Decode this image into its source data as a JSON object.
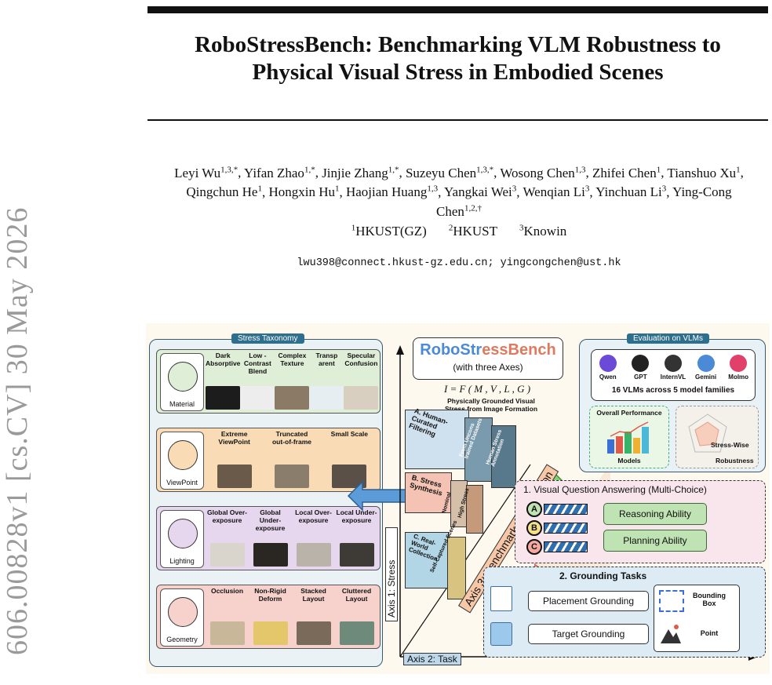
{
  "side_id": "606.00828v1  [cs.CV]  30 May 2026",
  "title_line1": "RoboStressBench: Benchmarking VLM Robustness to",
  "title_line2": "Physical Visual Stress in Embodied Scenes",
  "authors": [
    {
      "name": "Leyi Wu",
      "aff": "1,3,*"
    },
    {
      "name": "Yifan Zhao",
      "aff": "1,*"
    },
    {
      "name": "Jinjie Zhang",
      "aff": "1,*"
    },
    {
      "name": "Suzeyu Chen",
      "aff": "1,3,*"
    },
    {
      "name": "Wosong Chen",
      "aff": "1,3"
    },
    {
      "name": "Zhifei Chen",
      "aff": "1"
    },
    {
      "name": "Tianshuo Xu",
      "aff": "1"
    },
    {
      "name": "Qingchun He",
      "aff": "1"
    },
    {
      "name": "Hongxin Hu",
      "aff": "1"
    },
    {
      "name": "Haojian Huang",
      "aff": "1,3"
    },
    {
      "name": "Yangkai Wei",
      "aff": "3"
    },
    {
      "name": "Wenqian Li",
      "aff": "3"
    },
    {
      "name": "Yinchuan Li",
      "aff": "3"
    },
    {
      "name": "Ying-Cong Chen",
      "aff": "1,2,†"
    }
  ],
  "affiliations": [
    {
      "num": "1",
      "name": "HKUST(GZ)"
    },
    {
      "num": "2",
      "name": "HKUST"
    },
    {
      "num": "3",
      "name": "Knowin"
    }
  ],
  "email": "lwu398@connect.hkust-gz.edu.cn; yingcongchen@ust.hk",
  "figure": {
    "taxonomy_tag": "Stress Taxonomy",
    "rows": [
      {
        "label": "Material",
        "color": "#dfeed6",
        "items": [
          {
            "text": "Dark Absorptive",
            "thumb": "#1c1c1c"
          },
          {
            "text": "Low -Contrast Blend",
            "thumb": "#ededed"
          },
          {
            "text": "Complex Texture",
            "thumb": "#8a7a66"
          },
          {
            "text": "Transp arent",
            "thumb": "#e6eef2"
          },
          {
            "text": "Specular Confusion",
            "thumb": "#d9cfc0"
          }
        ]
      },
      {
        "label": "ViewPoint",
        "color": "#f9dcb6",
        "items": [
          {
            "text": "Extreme ViewPoint",
            "thumb": "#6a5a4a"
          },
          {
            "text": "Truncated out-of-frame",
            "thumb": "#8b7d6b"
          },
          {
            "text": "Small Scale",
            "thumb": "#5a5048"
          }
        ]
      },
      {
        "label": "Lighting",
        "color": "#e6d7ef",
        "items": [
          {
            "text": "Global Over-exposure",
            "thumb": "#d9d4cc"
          },
          {
            "text": "Global Under-exposure",
            "thumb": "#2a2622"
          },
          {
            "text": "Local Over-exposure",
            "thumb": "#b9b3aa"
          },
          {
            "text": "Local Under-exposure",
            "thumb": "#3e3a35"
          }
        ]
      },
      {
        "label": "Geometry",
        "color": "#f7d2cc",
        "items": [
          {
            "text": "Occlusion",
            "thumb": "#c9b79a"
          },
          {
            "text": "Non-Rigid Deform",
            "thumb": "#e3c76a"
          },
          {
            "text": "Stacked Layout",
            "thumb": "#7a6a5a"
          },
          {
            "text": "Cluttered Layout",
            "thumb": "#6e8a7a"
          }
        ]
      }
    ],
    "bench_name_a": "RoboStr",
    "bench_name_b": "essBench",
    "bench_sub": "(with three Axes)",
    "formula": "I = F ( M , V , L , G )",
    "formula_caption": "Physically Grounded Visual Stress from Image Formation",
    "stage_a": "A. Human-Curated Filtering",
    "stage_a_sub": [
      "From Uncons trained Datasets",
      "Human Stress Annotation"
    ],
    "stage_b": "B. Stress Synthesis",
    "stage_b_sub": [
      "Nominal",
      "High Stress"
    ],
    "stage_c": "C. Real-World Collection",
    "stage_c_sub": "Self-Captured Scenes",
    "axis1": "Axis 1: Stress",
    "axis2": "Axis 2: Task",
    "axis3": "Axis 3: Benchmark Construction",
    "eval_tag": "Evaluation on VLMs",
    "models": [
      "Qwen",
      "GPT",
      "InternVL",
      "Gemini",
      "Molmo"
    ],
    "model_count": "16 VLMs  across 5 model families",
    "overall": "Overall Performance",
    "models_label": "Models",
    "stress_wise": "Stress-Wise",
    "robustness": "Robustness",
    "vqa_title": "1. Visual Question Answering (Multi-Choice)",
    "vqa_opts": [
      "A",
      "B",
      "C"
    ],
    "reasoning": "Reasoning Ability",
    "planning": "Planning Ability",
    "ground_title": "2. Grounding Tasks",
    "placement": "Placement Grounding",
    "target": "Target Grounding",
    "bbox": "Bounding Box",
    "point": "Point"
  }
}
